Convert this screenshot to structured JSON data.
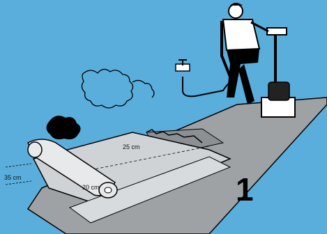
{
  "labels": {
    "roll_width": "20 cm",
    "overlap": "35 cm",
    "strip_width": "25 cm"
  },
  "step_number": "1",
  "colors": {
    "background": "#5aaedc",
    "ground": "#9fa2a5",
    "membrane": "#cfd3d6",
    "roll": "#e7e9ea",
    "ink": "#000000"
  },
  "icons": [
    "worker-figure",
    "wet-saw-machine",
    "water-faucet",
    "water-hose",
    "dust-cloud",
    "membrane-roll"
  ]
}
